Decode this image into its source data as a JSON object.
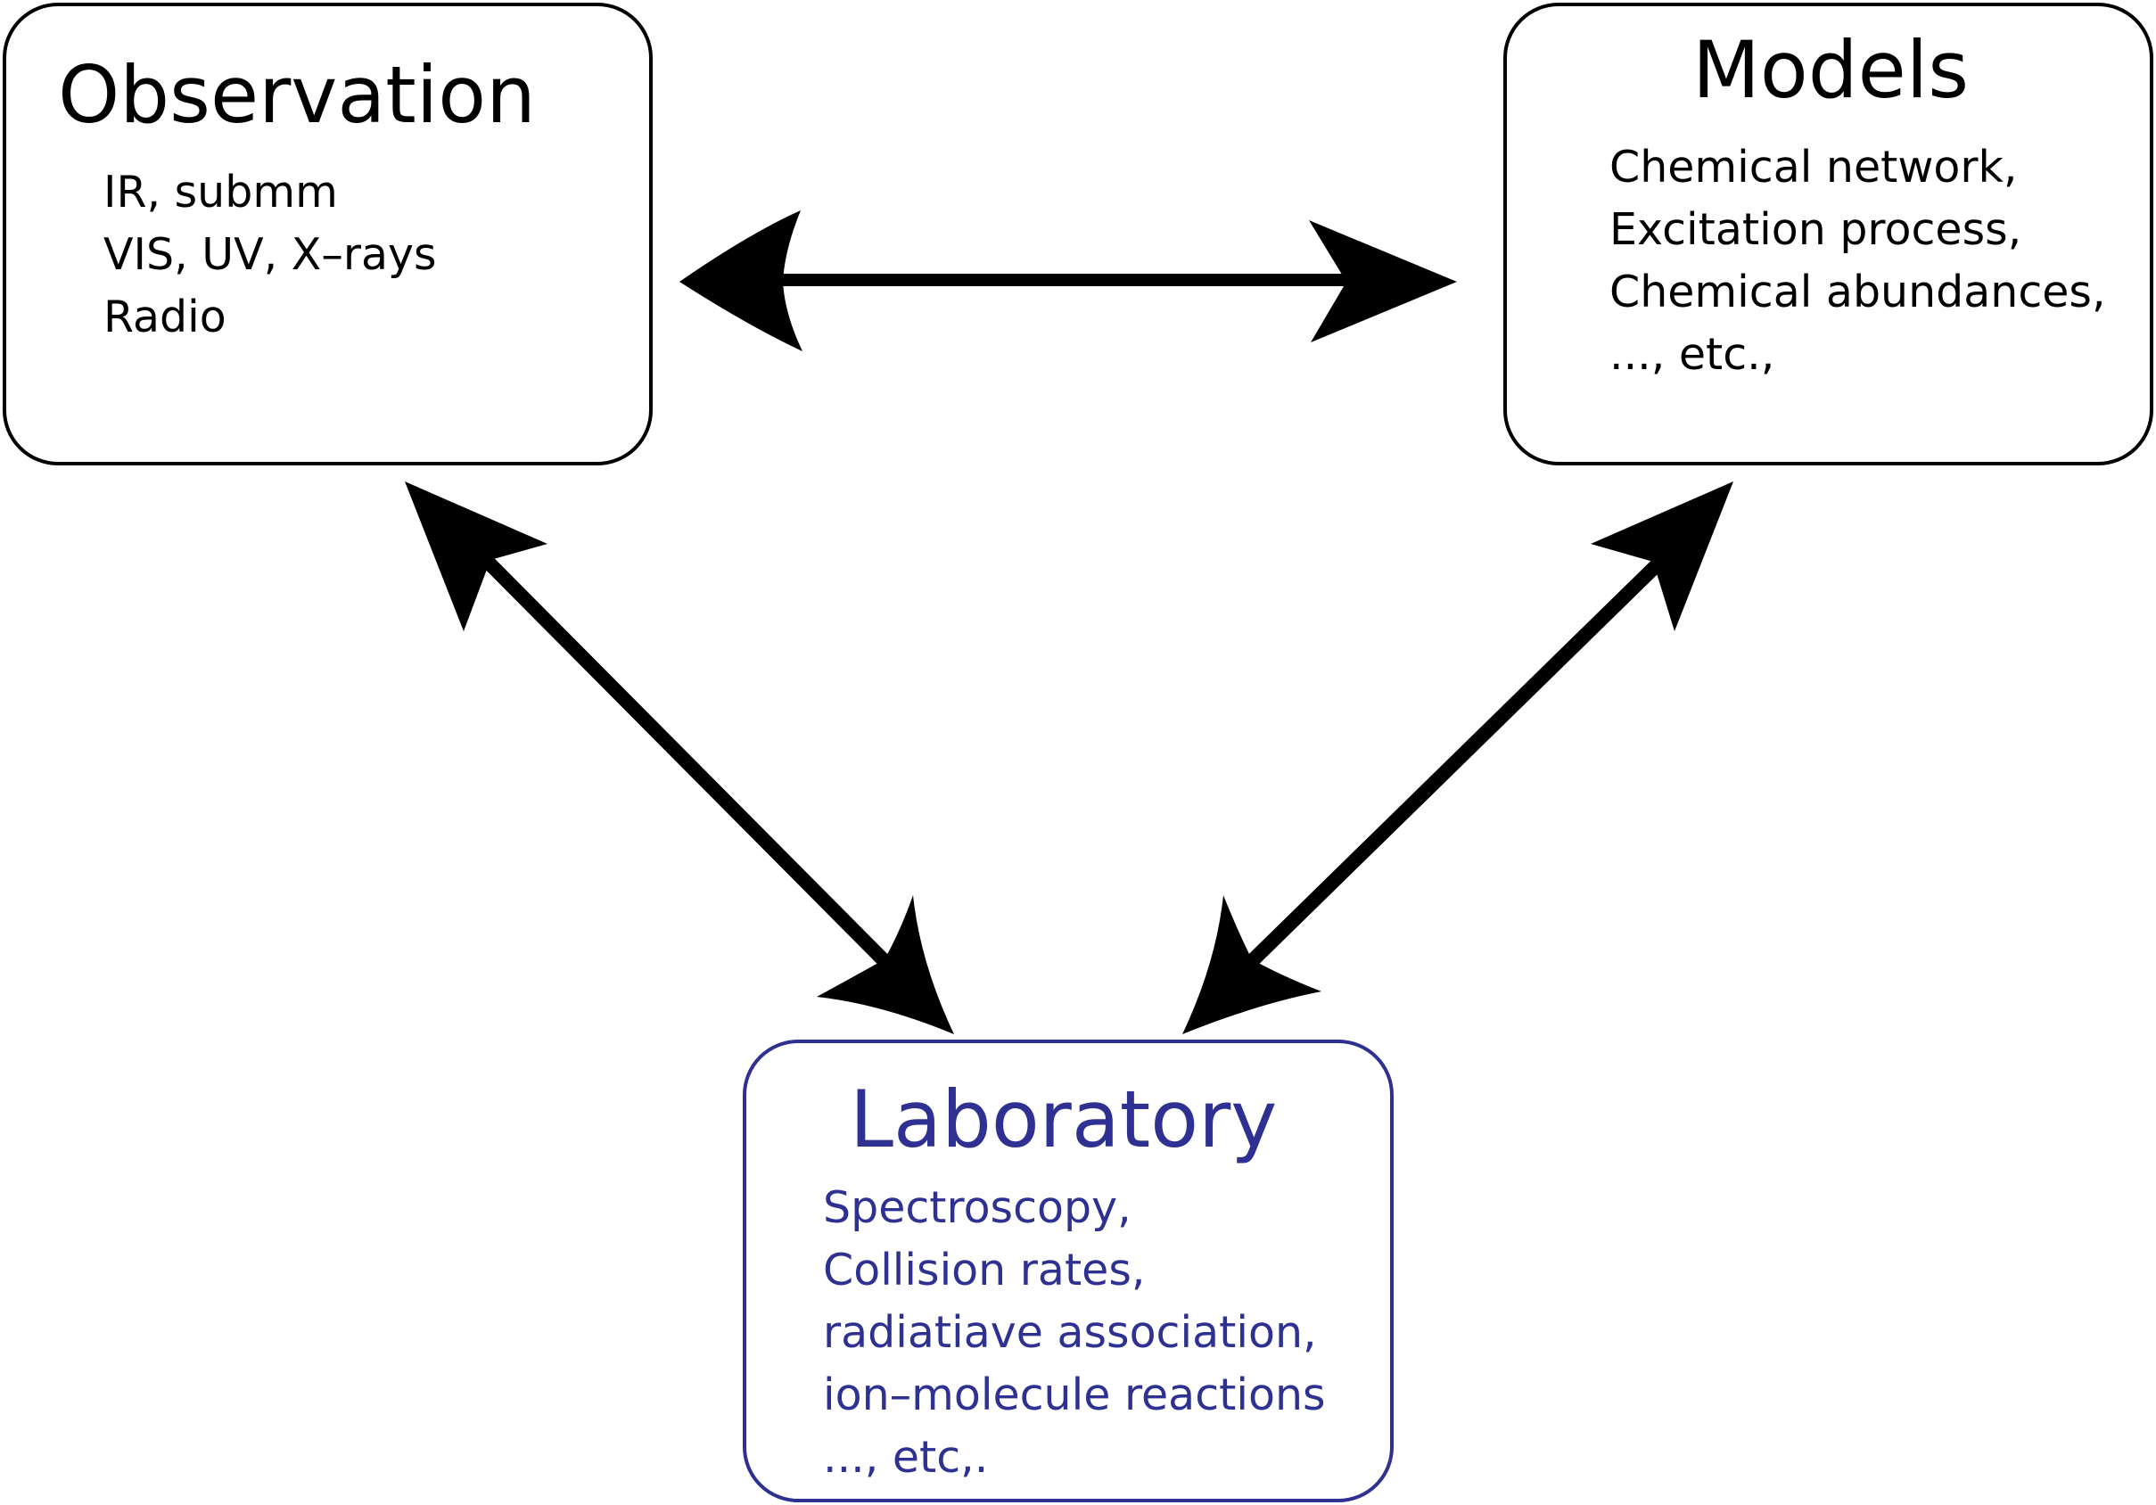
{
  "observation": {
    "title": "Observation",
    "lines": [
      "IR, submm",
      "VIS, UV, X–rays",
      "Radio"
    ]
  },
  "models": {
    "title": "Models",
    "lines": [
      "Chemical network,",
      "Excitation process,",
      "Chemical abundances,",
      "..., etc.,"
    ]
  },
  "laboratory": {
    "title": "Laboratory",
    "lines": [
      "Spectroscopy,",
      "Collision rates,",
      "radiatiave association,",
      "ion–molecule reactions",
      "..., etc,."
    ]
  },
  "colors": {
    "box_border": "#000000",
    "text": "#000000",
    "laboratory": "#2e3192",
    "arrows": "#000000"
  }
}
